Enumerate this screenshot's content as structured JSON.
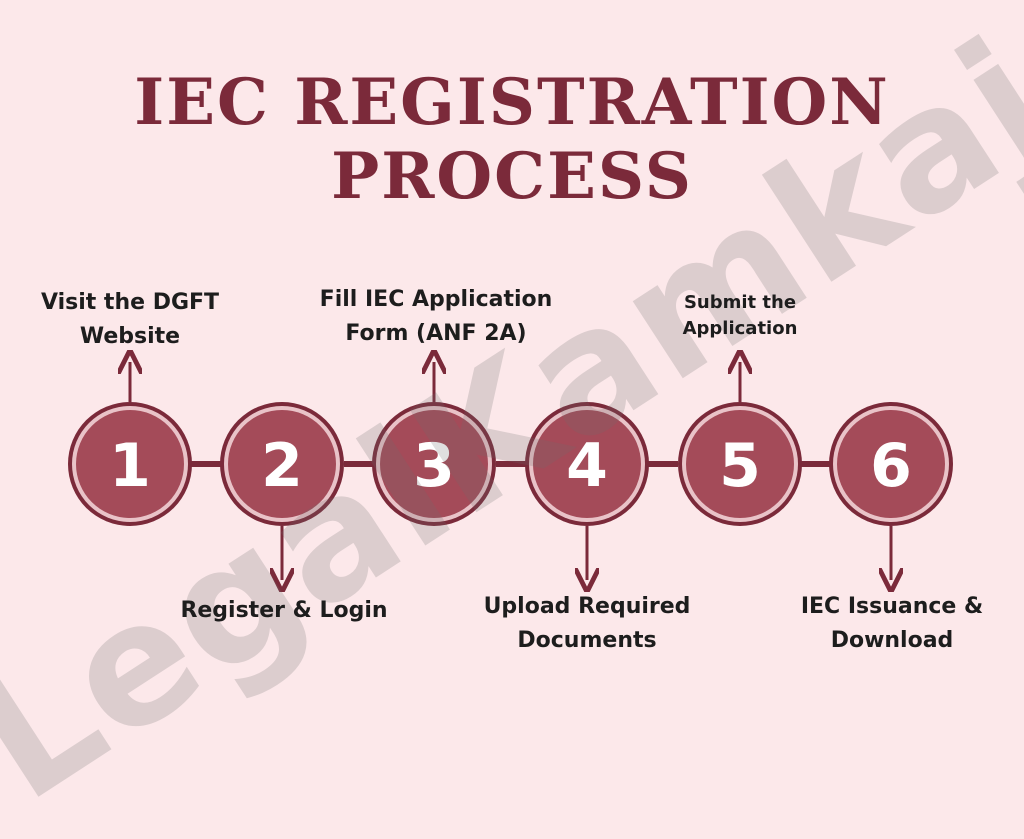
{
  "title": {
    "line1": "IEC REGISTRATION",
    "line2": "PROCESS"
  },
  "watermark": "LegalKamkaj",
  "steps": [
    {
      "number": "1",
      "label": "Visit the DGFT Website",
      "line1": "Visit the DGFT",
      "line2": "Website",
      "position": "top"
    },
    {
      "number": "2",
      "label": "Register & Login",
      "line1": "Register & Login",
      "line2": "",
      "position": "bottom"
    },
    {
      "number": "3",
      "label": "Fill IEC Application Form (ANF 2A)",
      "line1": "Fill IEC Application",
      "line2": "Form (ANF 2A)",
      "position": "top"
    },
    {
      "number": "4",
      "label": "Upload Required Documents",
      "line1": "Upload Required",
      "line2": "Documents",
      "position": "bottom"
    },
    {
      "number": "5",
      "label": "Submit the Application",
      "line1": "Submit the",
      "line2": "Application",
      "position": "top"
    },
    {
      "number": "6",
      "label": "IEC Issuance & Download",
      "line1": "IEC Issuance &",
      "line2": "Download",
      "position": "bottom"
    }
  ],
  "colors": {
    "background": "#fce8ea",
    "accent": "#7b2a3a",
    "circle_fill": "#a44b59",
    "circle_ring": "#e9c3c8",
    "text": "#1d1d1d"
  }
}
